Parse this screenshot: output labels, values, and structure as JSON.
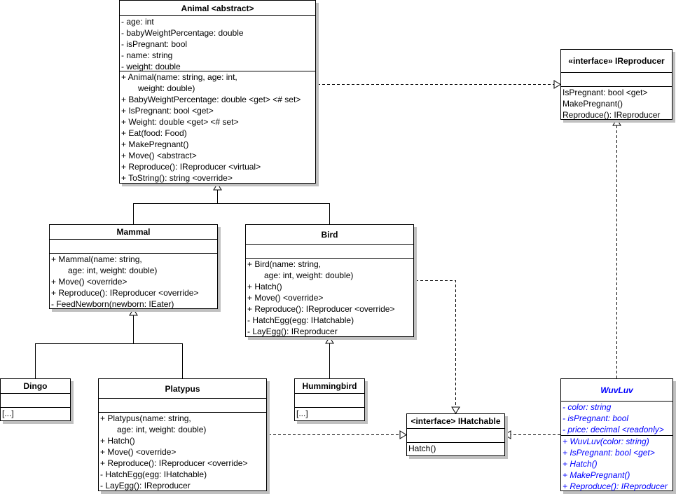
{
  "classes": {
    "animal": {
      "title": "Animal <abstract>",
      "fields": [
        "-  age: int",
        "-  babyWeightPercentage: double",
        "-  isPregnant: bool",
        "-  name: string",
        "-  weight: double"
      ],
      "methods": [
        "+ Animal(name: string, age: int,",
        "weight: double)",
        "+ BabyWeightPercentage: double <get> <# set>",
        "+ IsPregnant: bool <get>",
        "+ Weight: double <get> <# set>",
        "+ Eat(food: Food)",
        "+ MakePregnant()",
        "+ Move() <abstract>",
        "+ Reproduce(): IReproducer <virtual>",
        "+ ToString(): string <override>"
      ]
    },
    "ireproducer": {
      "title": "«interface» IReproducer",
      "methods": [
        "IsPregnant: bool <get>",
        "MakePregnant()",
        "Reproduce(): IReproducer"
      ]
    },
    "mammal": {
      "title": "Mammal",
      "methods": [
        "+ Mammal(name: string,",
        "age: int, weight: double)",
        "+ Move() <override>",
        "+ Reproduce(): IReproducer <override>",
        "-  FeedNewborn(newborn: IEater)"
      ]
    },
    "bird": {
      "title": "Bird",
      "methods": [
        "+ Bird(name: string,",
        "age: int, weight: double)",
        "+ Hatch()",
        "+ Move() <override>",
        "+ Reproduce(): IReproducer <override>",
        "-  HatchEgg(egg: IHatchable)",
        "-  LayEgg(): IReproducer"
      ]
    },
    "dingo": {
      "title": "Dingo",
      "methods": [
        "[...]"
      ]
    },
    "platypus": {
      "title": "Platypus",
      "methods": [
        "+ Platypus(name: string,",
        "age: int, weight: double)",
        "+ Hatch()",
        "+ Move() <override>",
        "+ Reproduce(): IReproducer <override>",
        "-  HatchEgg(egg: IHatchable)",
        "-  LayEgg(): IReproducer"
      ]
    },
    "hummingbird": {
      "title": "Hummingbird",
      "methods": [
        "[...]"
      ]
    },
    "ihatchable": {
      "title": "<interface> IHatchable",
      "methods": [
        "Hatch()"
      ]
    },
    "wuvluv": {
      "title": "WuvLuv",
      "fields": [
        "- color: string",
        "- isPregnant: bool",
        "- price: decimal <readonly>"
      ],
      "methods": [
        "+ WuvLuv(color: string)",
        "+ IsPregnant: bool <get>",
        "+ Hatch()",
        "+ MakePregnant()",
        "+ Reproduce(): IReproducer"
      ]
    }
  },
  "colors": {
    "line": "#000000",
    "shadow": "#c0c0c0",
    "highlight_class_text": "#0000ff"
  }
}
